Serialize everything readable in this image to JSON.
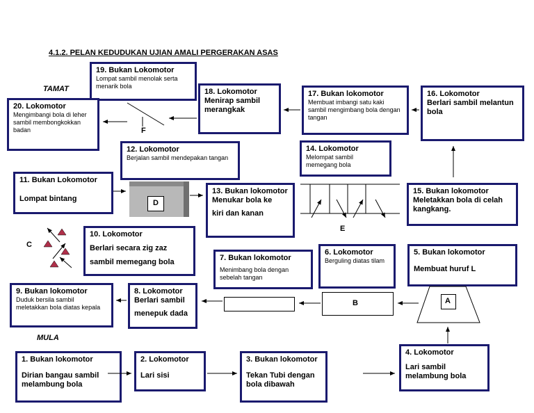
{
  "heading": "4.1.2. PELAN KEDUDUKAN UJIAN AMALI PERGERAKAN ASAS",
  "tamat": "TAMAT",
  "mula": "MULA",
  "stations": {
    "s1": {
      "title": "1. Bukan lokomotor",
      "desc": "Dirian bangau sambil melambung bola"
    },
    "s2": {
      "title": "2. Lokomotor",
      "desc": "Lari sisi"
    },
    "s3": {
      "title": "3. Bukan lokomotor",
      "desc": "Tekan Tubi dengan bola dibawah"
    },
    "s4": {
      "title": "4. Lokomotor",
      "desc": "Lari sambil melambung bola"
    },
    "s5": {
      "title": "5. Bukan lokomotor",
      "desc": "Membuat huruf L"
    },
    "s6": {
      "title": "6. Lokomotor",
      "desc": "Berguling diatas tilam"
    },
    "s7": {
      "title": "7. Bukan lokomotor",
      "desc": "Menimbang bola dengan sebelah tangan"
    },
    "s8": {
      "title": "8. Lokomotor",
      "desc1": "Berlari sambil",
      "desc2": "menepuk dada"
    },
    "s9": {
      "title": "9. Bukan lokomotor",
      "desc": "Duduk bersila sambil meletakkan bola diatas kepala"
    },
    "s10": {
      "title": "10. Lokomotor",
      "desc1": "Berlari secara zig zaz",
      "desc2": "sambil memegang bola"
    },
    "s11": {
      "title": "11. Bukan Lokomotor",
      "desc": "Lompat bintang"
    },
    "s12": {
      "title": "12. Lokomotor",
      "desc": "Berjalan sambil mendepakan tangan"
    },
    "s13": {
      "title": "13. Bukan lokomotor",
      "desc1": "Menukar bola ke",
      "desc2": "kiri dan kanan"
    },
    "s14": {
      "title": "14. Lokomotor",
      "desc": "Melompat sambil memegang bola"
    },
    "s15": {
      "title": "15. Bukan lokomotor",
      "desc": "Meletakkan bola di celah kangkang."
    },
    "s16": {
      "title": "16. Lokomotor",
      "desc": "Berlari sambil melantun bola"
    },
    "s17": {
      "title": "17. Bukan lokomotor",
      "desc": "Membuat imbangi  satu kaki sambil mengimbang bola dengan tangan"
    },
    "s18": {
      "title": "18. Lokomotor",
      "desc": "Menirap sambil merangkak"
    },
    "s19": {
      "title": "19. Bukan Lokomotor",
      "desc": "Lompat sambil  menolak serta menarik bola"
    },
    "s20": {
      "title": "20. Lokomotor",
      "desc": "Mengimbangi bola di leher sambil membongkokkan badan"
    }
  },
  "markers": {
    "a": "A",
    "b": "B",
    "c": "C",
    "d": "D",
    "e": "E",
    "f": "F"
  },
  "colors": {
    "border": "#1a1a6e",
    "cone": "#b0304a",
    "block": "#b8b8b8"
  }
}
